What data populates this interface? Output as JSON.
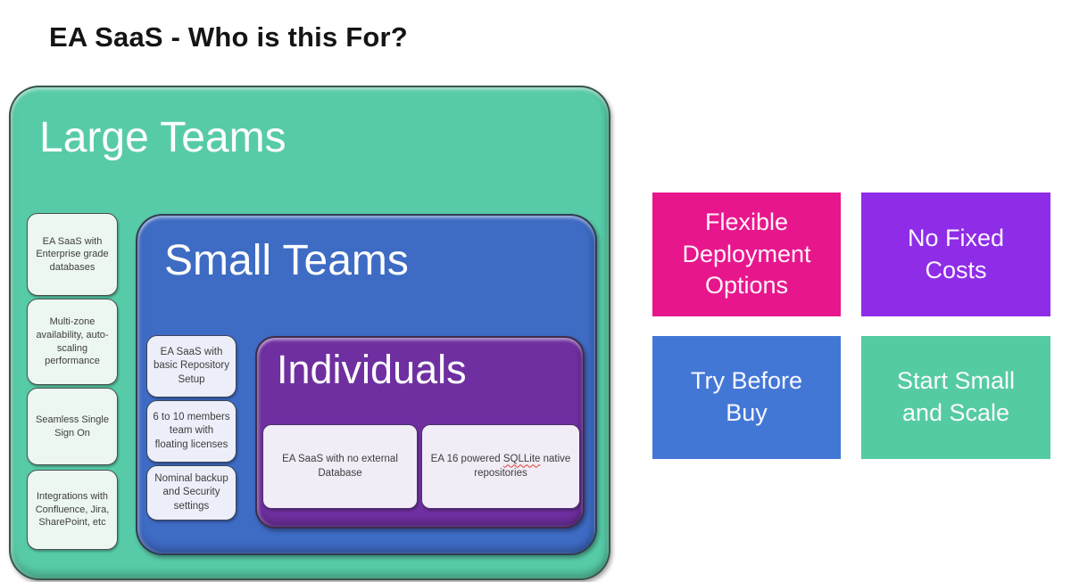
{
  "title": "EA SaaS - Who is this For?",
  "diagram": {
    "large_teams": {
      "label": "Large Teams",
      "color": "#57CBA7",
      "items": [
        {
          "label": "EA SaaS with Enterprise grade databases"
        },
        {
          "label": "Multi-zone availability, auto-scaling performance"
        },
        {
          "label": "Seamless Single Sign On"
        },
        {
          "label": "Integrations with Confluence, Jira, SharePoint, etc"
        }
      ],
      "small_teams": {
        "label": "Small Teams",
        "color": "#3E6BC4",
        "items": [
          {
            "label": "EA SaaS with basic Repository Setup"
          },
          {
            "label": "6 to 10 members team with floating licenses"
          },
          {
            "label": "Nominal backup and Security settings"
          }
        ],
        "individuals": {
          "label": "Individuals",
          "color": "#6F2FA0",
          "items": [
            {
              "label": "EA SaaS with no external Database"
            },
            {
              "prefix": "EA 16 powered ",
              "misspelled": "SQLLite",
              "suffix": " native repositories"
            }
          ]
        }
      }
    },
    "benefits": [
      {
        "label": "Flexible Deployment Options",
        "color": "#E8168C"
      },
      {
        "label": "No Fixed Costs",
        "color": "#8E2CE8"
      },
      {
        "label": "Try Before Buy",
        "color": "#4377D6"
      },
      {
        "label": "Start Small and Scale",
        "color": "#55CBA2"
      }
    ]
  }
}
